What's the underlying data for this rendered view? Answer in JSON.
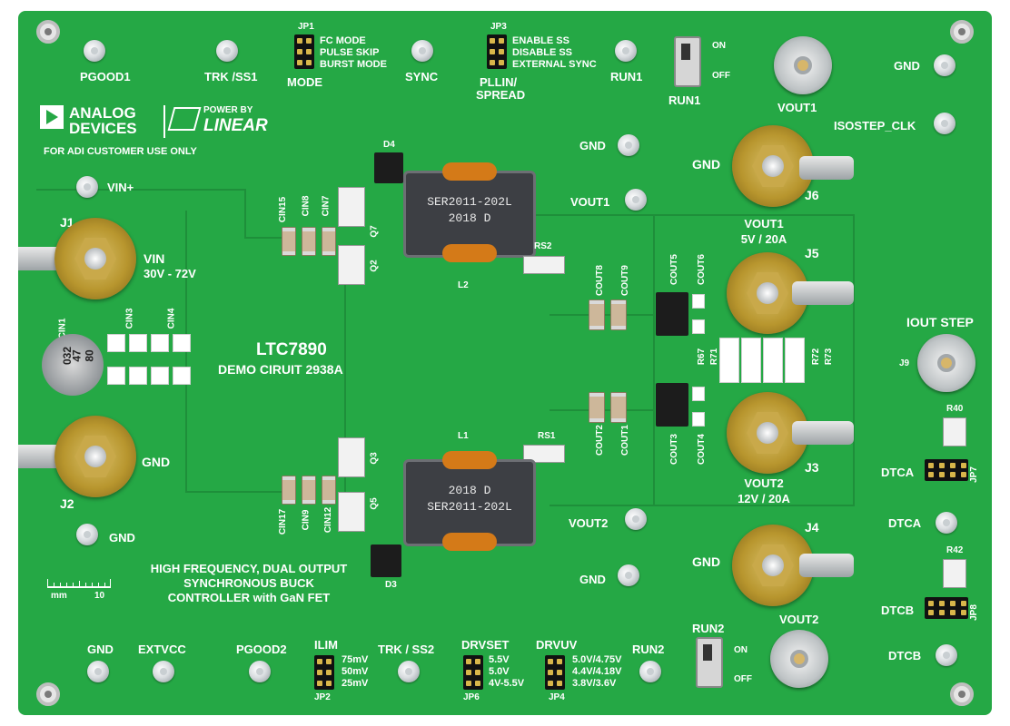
{
  "brand": {
    "analog": "ANALOG",
    "devices": "DEVICES",
    "power_by": "POWER BY",
    "linear": "LINEAR",
    "customer_note": "FOR ADI CUSTOMER USE ONLY"
  },
  "board": {
    "part": "LTC7890",
    "demo": "DEMO CIRUIT 2938A",
    "desc_line1": "HIGH FREQUENCY, DUAL OUTPUT",
    "desc_line2": "SYNCHRONOUS BUCK",
    "desc_line3": "CONTROLLER with GaN FET"
  },
  "labels": {
    "pgood1": "PGOOD1",
    "trk_ss1": "TRK /SS1",
    "jp1": "JP1",
    "mode": "MODE",
    "mode_opts": [
      "FC MODE",
      "PULSE SKIP",
      "BURST MODE"
    ],
    "sync": "SYNC",
    "jp3": "JP3",
    "spread_opts": [
      "ENABLE SS",
      "DISABLE SS",
      "EXTERNAL SYNC"
    ],
    "pllin": "PLLIN/",
    "spread": "SPREAD",
    "run1_tp": "RUN1",
    "run1_sw": "RUN1",
    "on": "ON",
    "off": "OFF",
    "gnd_top_right": "GND",
    "vout1_bnc": "VOUT1",
    "isostep_clk": "ISOSTEP_CLK",
    "gnd_mid_top": "GND",
    "vout1_tp": "VOUT1",
    "gnd_j6": "GND",
    "j6": "J6",
    "vout1_rating_a": "VOUT1",
    "vout1_rating_b": "5V / 20A",
    "j5": "J5",
    "iout_step": "IOUT STEP",
    "j9": "J9",
    "vin_plus": "VIN+",
    "j1": "J1",
    "vin": "VIN",
    "vin_range": "30V - 72V",
    "gnd_j2": "GND",
    "j2": "J2",
    "gnd_left": "GND",
    "j3": "J3",
    "vout2_rating_a": "VOUT2",
    "vout2_rating_b": "12V / 20A",
    "vout2_tp": "VOUT2",
    "gnd_mid_bottom": "GND",
    "gnd_j4": "GND",
    "j4": "J4",
    "r40": "R40",
    "dtca_1": "DTCA",
    "jp7": "JP7",
    "dtca_2": "DTCA",
    "r42": "R42",
    "dtcb_1": "DTCB",
    "jp8": "JP8",
    "dtcb_2": "DTCB",
    "vout2_bnc": "VOUT2",
    "run2_sw": "RUN2",
    "on2": "ON",
    "off2": "OFF",
    "gnd_bottom": "GND",
    "extvcc": "EXTVCC",
    "pgood2": "PGOOD2",
    "ilim": "ILIM",
    "ilim_opts": [
      "75mV",
      "50mV",
      "25mV"
    ],
    "jp2": "JP2",
    "trk_ss2": "TRK / SS2",
    "drvset": "DRVSET",
    "drvset_opts": [
      "5.5V",
      "5.0V",
      "4V-5.5V"
    ],
    "jp6": "JP6",
    "drvuv": "DRVUV",
    "drvuv_opts": [
      "5.0V/4.75V",
      "4.4V/4.18V",
      "3.8V/3.6V"
    ],
    "jp4": "JP4",
    "run2_tp": "RUN2",
    "ruler_mm": "mm",
    "ruler_10": "10"
  },
  "refdes": {
    "d4": "D4",
    "d3": "D3",
    "cin15": "CIN15",
    "cin8": "CIN8",
    "cin7": "CIN7",
    "q7": "Q7",
    "q2": "Q2",
    "q3": "Q3",
    "q5": "Q5",
    "cin17": "CIN17",
    "cin9": "CIN9",
    "cin12": "CIN12",
    "l1": "L1",
    "l2": "L2",
    "rs1": "RS1",
    "rs2": "RS2",
    "cout1": "COUT1",
    "cout2": "COUT2",
    "cout3": "COUT3",
    "cout4": "COUT4",
    "cout5": "COUT5",
    "cout6": "COUT6",
    "cout8": "COUT8",
    "cout9": "COUT9",
    "r67": "R67",
    "r71": "R71",
    "r72": "R72",
    "r73": "R73",
    "cin1": "CIN1",
    "cin3": "CIN3",
    "cin4": "CIN4"
  },
  "parts": {
    "inductor_top": [
      "SER2011-202L",
      "2018 D"
    ],
    "inductor_bottom": [
      "SER2011-202L",
      "2018 D"
    ],
    "elcap_text": [
      "032",
      "47",
      "80"
    ]
  },
  "colors": {
    "pcb": "#25a845",
    "silk": "#ffffff",
    "copper_coil": "#d47a18",
    "binding_post": "#b8962e"
  }
}
